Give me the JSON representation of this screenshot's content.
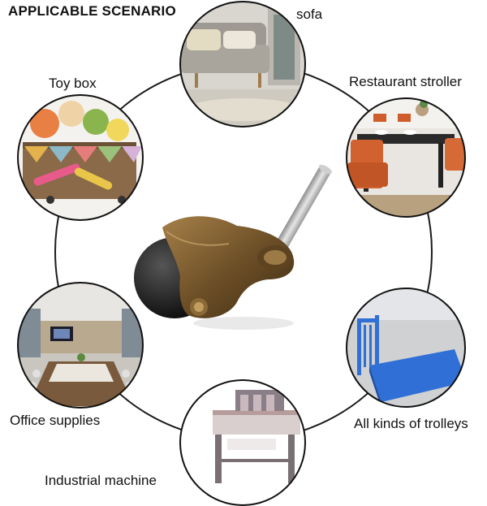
{
  "title": "APPLICABLE SCENARIO",
  "scenarios": [
    {
      "label": "sofa"
    },
    {
      "label": "Restaurant stroller"
    },
    {
      "label": "All kinds of trolleys"
    },
    {
      "label": "Industrial machine"
    },
    {
      "label": "Office supplies"
    },
    {
      "label": "Toy box"
    }
  ],
  "product": {
    "icon": "ball-caster-wheel-icon"
  },
  "colors": {
    "ring": "#1a1a1a",
    "trolley_blue": "#2f6fd6",
    "bronze": "#7a5a2e"
  }
}
